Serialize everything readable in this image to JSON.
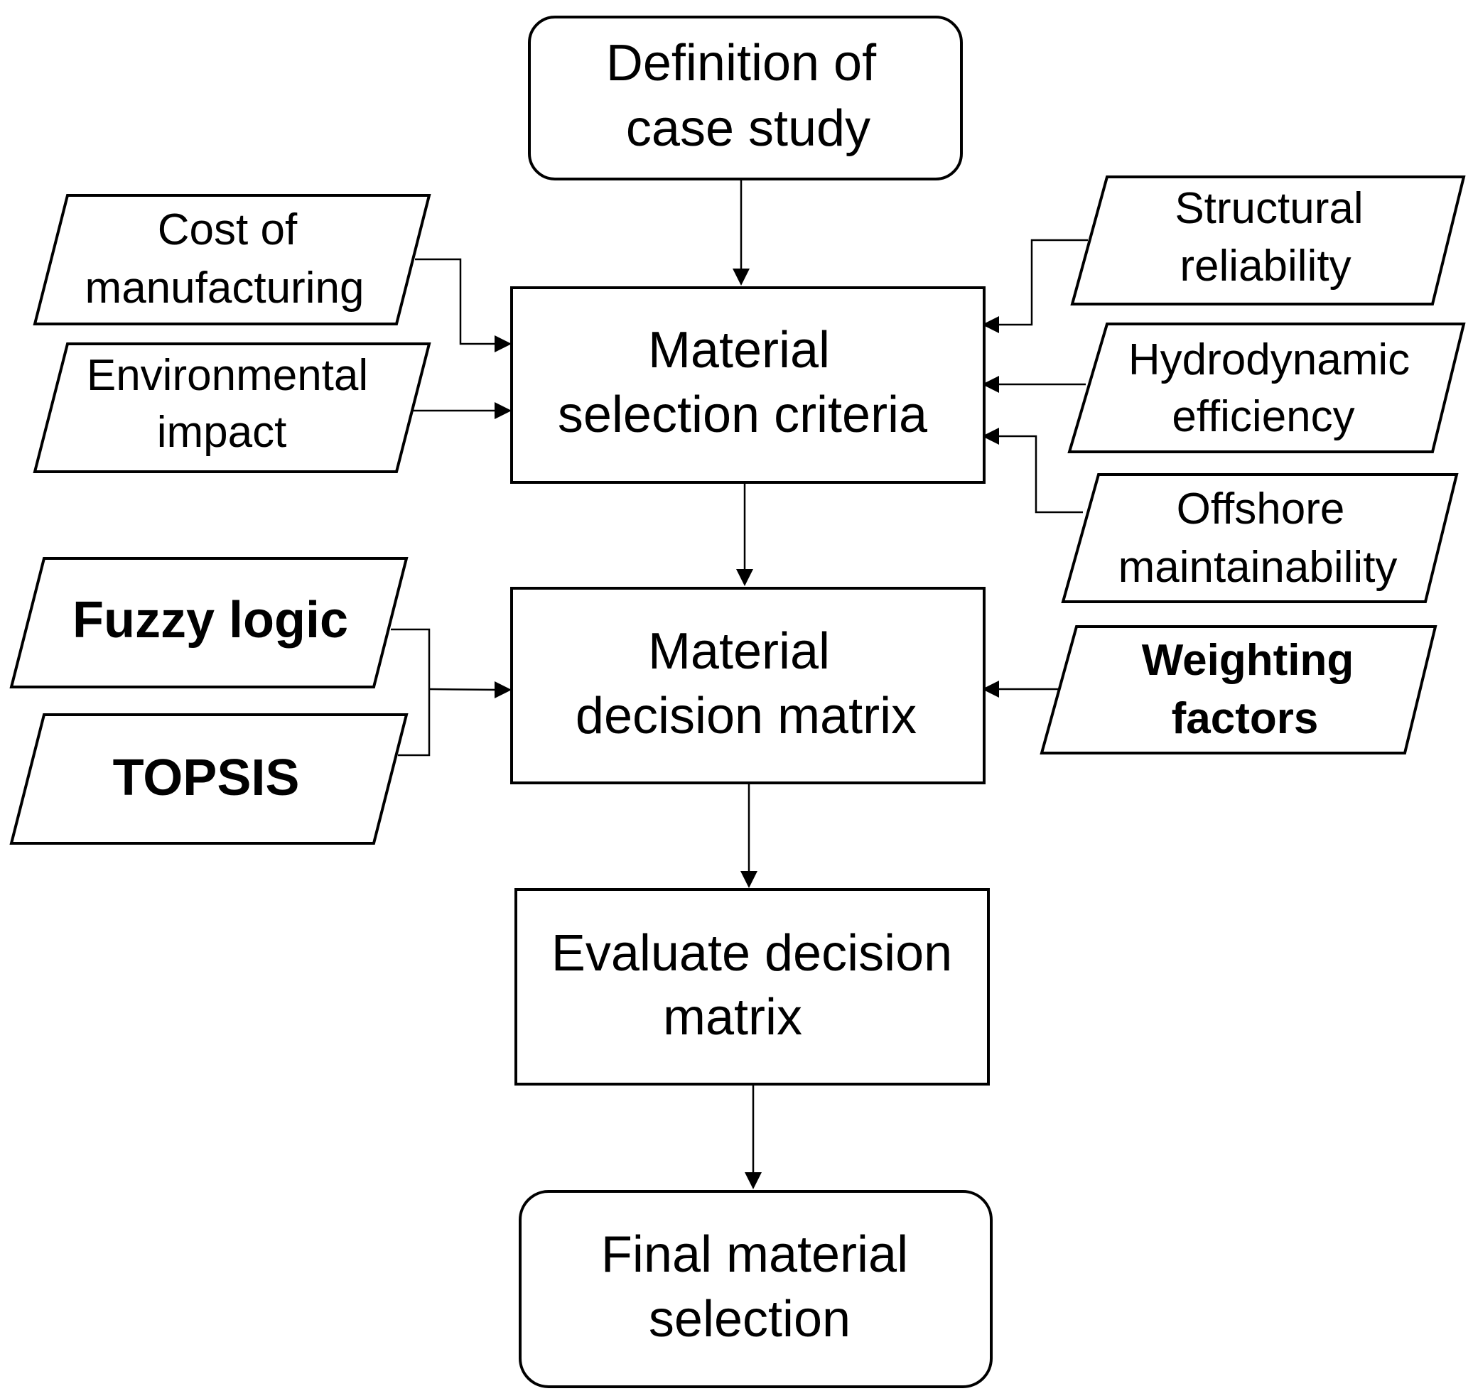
{
  "process": {
    "definition": {
      "line1": "Definition of",
      "line2": "case study"
    },
    "criteria": {
      "line1": "Material",
      "line2": "selection criteria"
    },
    "matrix": {
      "line1": "Material",
      "line2": "decision matrix"
    },
    "evaluate": {
      "line1": "Evaluate decision",
      "line2": "matrix"
    },
    "final": {
      "line1": "Final material",
      "line2": "selection"
    }
  },
  "inputs": {
    "cost": {
      "line1": "Cost of",
      "line2": "manufacturing"
    },
    "environmental": {
      "line1": "Environmental",
      "line2": "impact"
    },
    "structural": {
      "line1": "Structural",
      "line2": "reliability"
    },
    "hydrodynamic": {
      "line1": "Hydrodynamic",
      "line2": "efficiency"
    },
    "offshore": {
      "line1": "Offshore",
      "line2": "maintainability"
    },
    "fuzzy": {
      "label": "Fuzzy logic"
    },
    "topsis": {
      "label": "TOPSIS"
    },
    "weighting": {
      "line1": "Weighting",
      "line2": "factors"
    }
  },
  "colors": {
    "stroke": "#000000",
    "fill": "#ffffff"
  }
}
